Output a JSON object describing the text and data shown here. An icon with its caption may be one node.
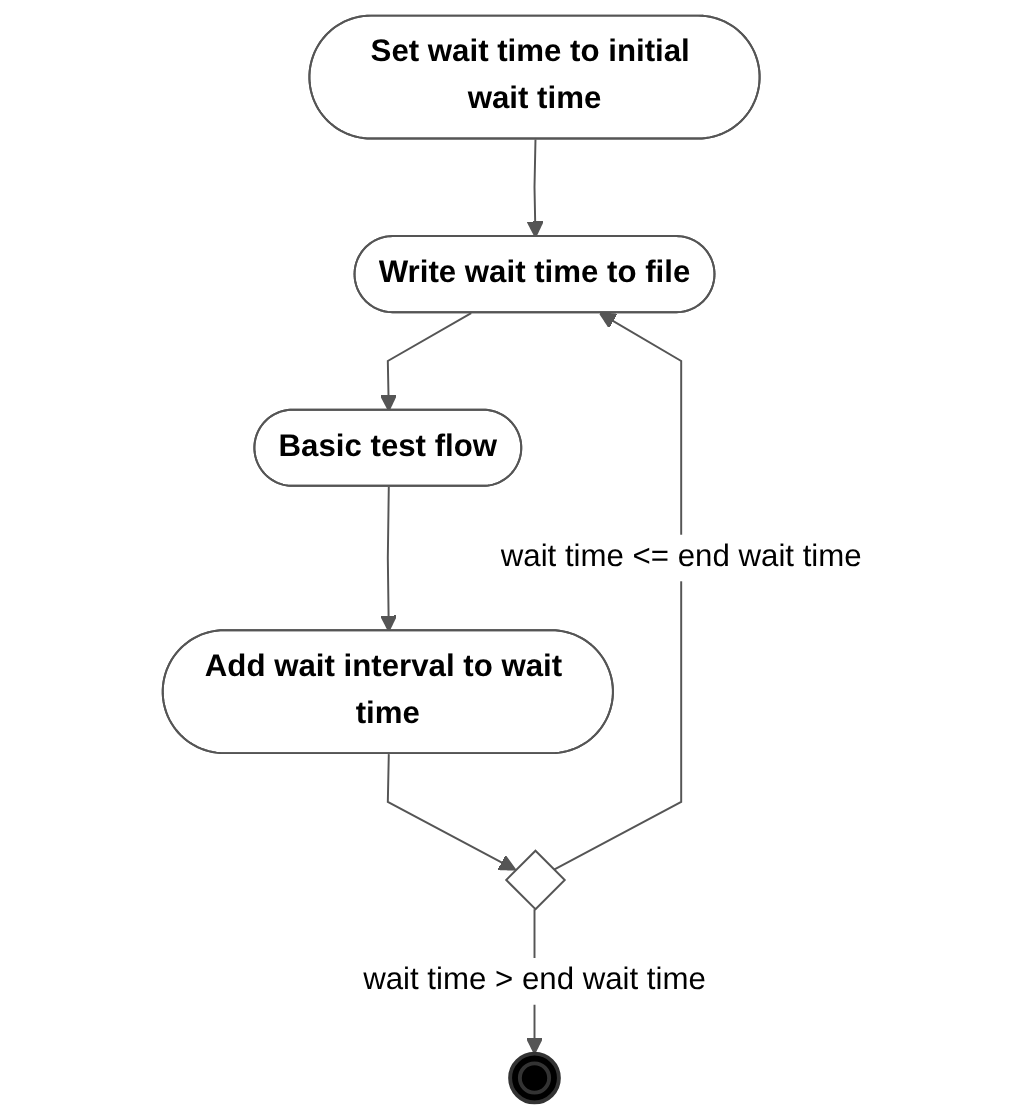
{
  "diagram": {
    "nodes": [
      {
        "text": [
          "Set wait time to initial wait time"
        ]
      },
      {
        "text": [
          "Write wait time to file"
        ]
      },
      {
        "text": [
          "Basic test flow"
        ]
      },
      {
        "text": [
          "Add wait interval to wait time"
        ]
      },
      {
        "text": [],
        "shape": "diamond"
      },
      {
        "text": [],
        "shape": "circle"
      }
    ],
    "edges": [
      {
        "from": 0,
        "to": 1,
        "arrow": "to"
      },
      {
        "from": 1,
        "to": 2,
        "arrow": "to"
      },
      {
        "from": 2,
        "to": 3,
        "arrow": "to"
      },
      {
        "from": 3,
        "to": 4,
        "arrow": "to"
      },
      {
        "from": 4,
        "to": 1,
        "arrow": "to",
        "label": "wait time <= end wait time"
      },
      {
        "from": 4,
        "to": 5,
        "arrow": "to",
        "label": "wait time > end wait time"
      }
    ]
  }
}
